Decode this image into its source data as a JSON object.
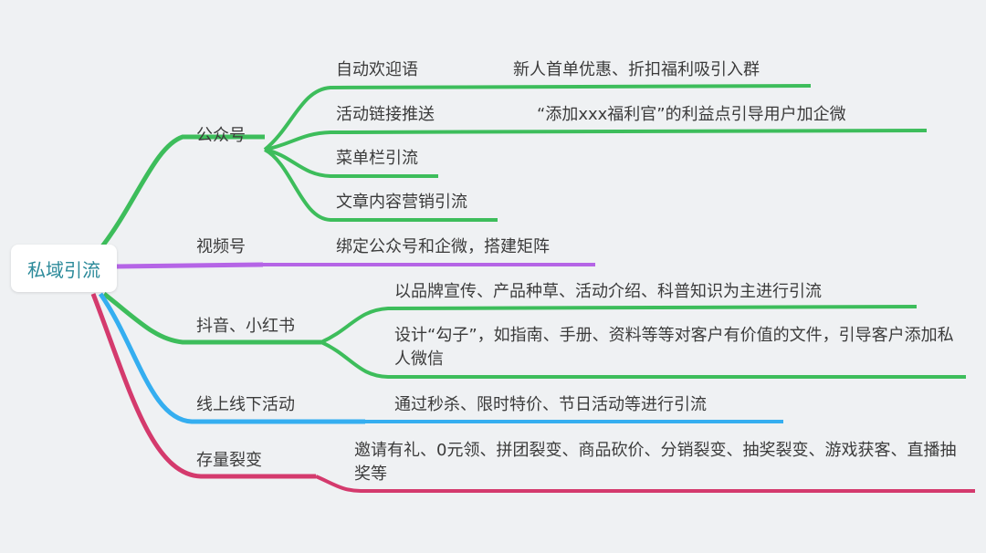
{
  "root": {
    "label": "私域引流"
  },
  "colors": {
    "green": "#3dbd5b",
    "purple": "#b565e6",
    "blue": "#35aef0",
    "pink": "#d43a6d"
  },
  "branches": [
    {
      "label": "公众号",
      "color": "green",
      "children": [
        {
          "label": "自动欢迎语",
          "note": "新人首单优惠、折扣福利吸引入群"
        },
        {
          "label": "活动链接推送",
          "note": "“添加xxx福利官”的利益点引导用户加企微"
        },
        {
          "label": "菜单栏引流"
        },
        {
          "label": "文章内容营销引流"
        }
      ]
    },
    {
      "label": "视频号",
      "color": "purple",
      "children": [
        {
          "label": "绑定公众号和企微，搭建矩阵"
        }
      ]
    },
    {
      "label": "抖音、小红书",
      "color": "green",
      "children": [
        {
          "label": "以品牌宣传、产品种草、活动介绍、科普知识为主进行引流"
        },
        {
          "label": "设计“勾子”，如指南、手册、资料等等对客户有价值的文件，引导客户添加私人微信"
        }
      ]
    },
    {
      "label": "线上线下活动",
      "color": "blue",
      "children": [
        {
          "label": "通过秒杀、限时特价、节日活动等进行引流"
        }
      ]
    },
    {
      "label": "存量裂变",
      "color": "pink",
      "children": [
        {
          "label": "邀请有礼、0元领、拼团裂变、商品砍价、分销裂变、抽奖裂变、游戏获客、直播抽奖等"
        }
      ]
    }
  ]
}
